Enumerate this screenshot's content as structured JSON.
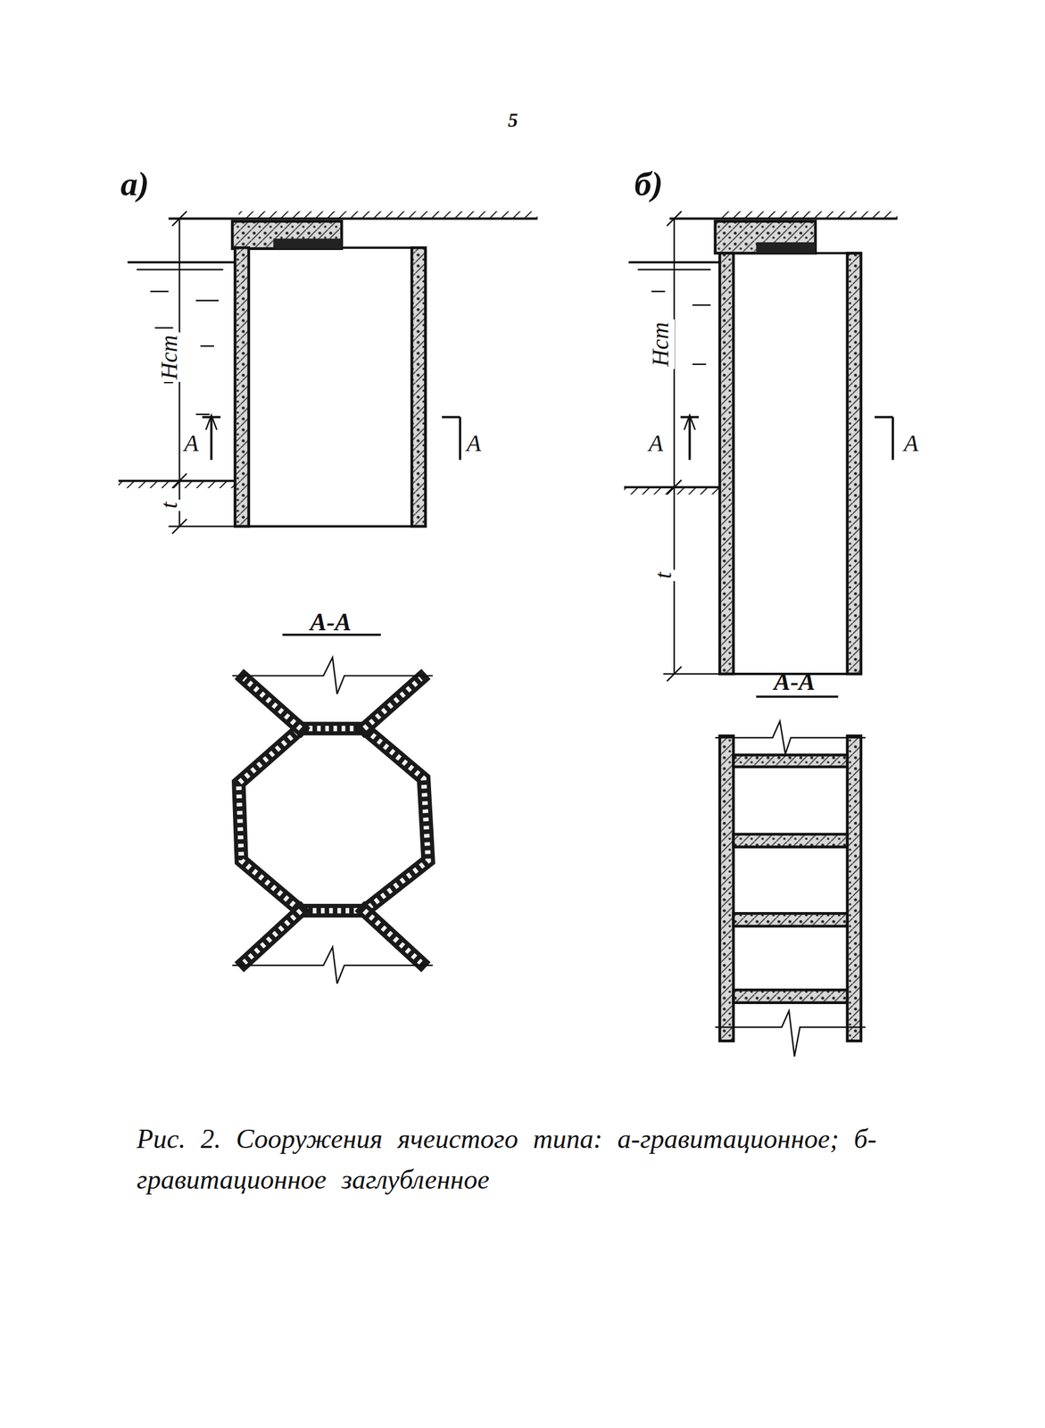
{
  "diagram": {
    "caption": "Рис. 2. Сооружения ячеистого типа: а-гравитационное; б-гравитационное заглубленное",
    "labels": [
      "5",
      "а)",
      "б)",
      "Hст",
      "t",
      "A",
      "A",
      "А-А",
      "Hст",
      "t",
      "A",
      "A",
      "А-А"
    ]
  }
}
